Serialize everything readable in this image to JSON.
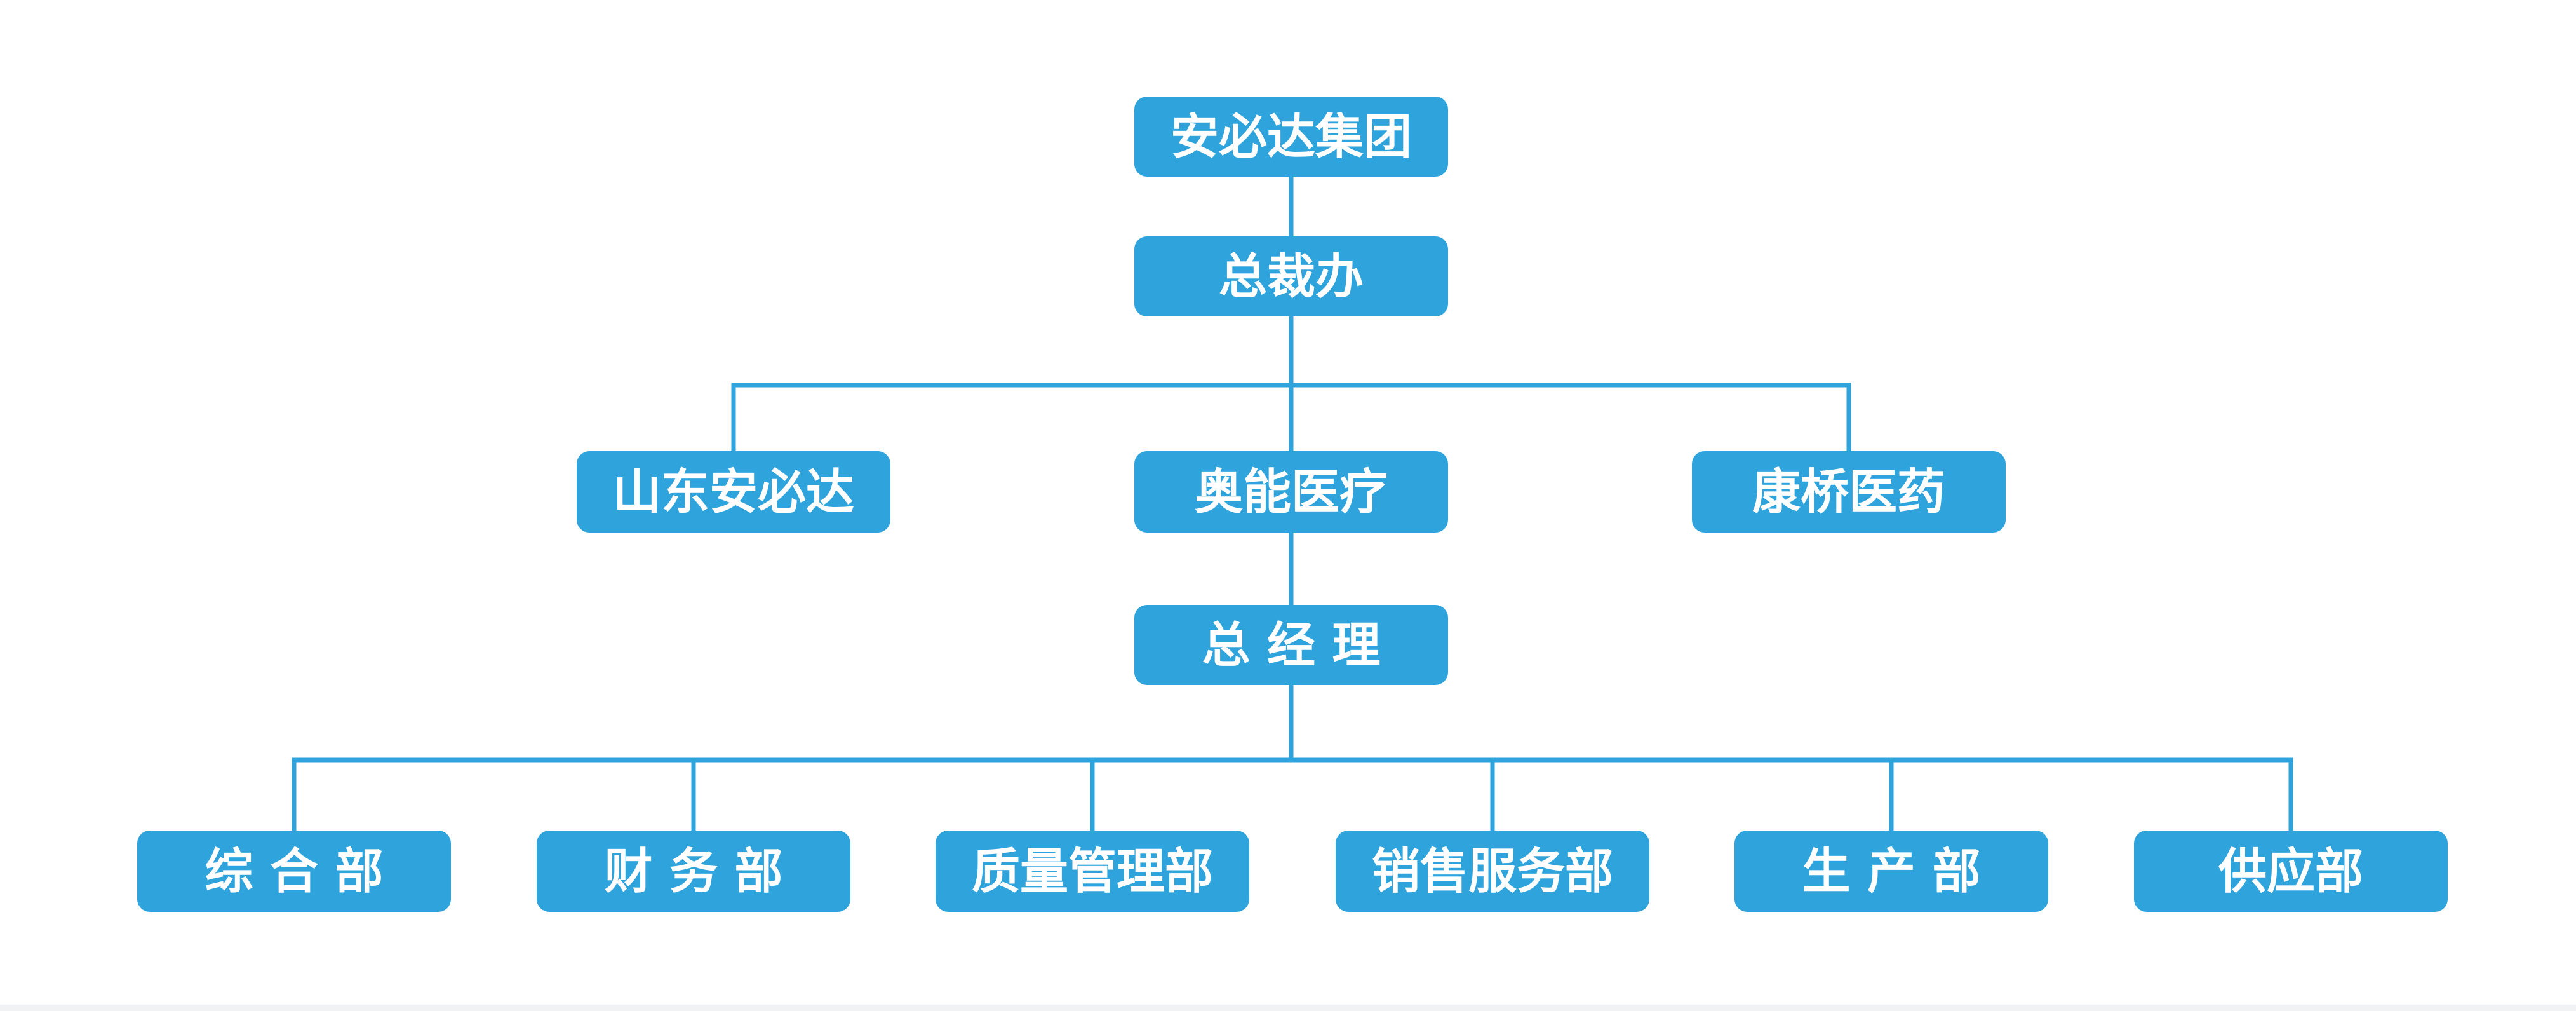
{
  "org_chart": {
    "colors": {
      "box_fill": "#2fa3dc",
      "connector": "#2fa3dc",
      "text": "#ffffff",
      "background": "#ffffff"
    },
    "root": "安必达集团",
    "president_office": "总裁办",
    "subsidiaries": [
      "山东安必达",
      "奥能医疗",
      "康桥医药"
    ],
    "general_manager": "总 经 理",
    "departments": [
      "综 合 部",
      "财 务 部",
      "质量管理部",
      "销售服务部",
      "生 产 部",
      "供应部"
    ]
  }
}
